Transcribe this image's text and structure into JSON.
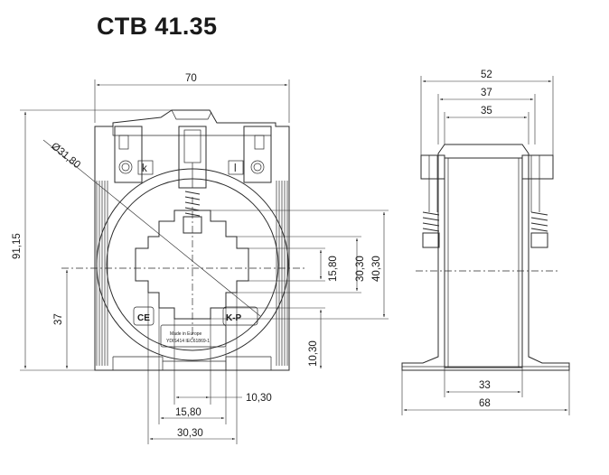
{
  "title": "CTB 41.35",
  "front_view": {
    "dim_width": "70",
    "dim_height": "91,15",
    "dim_diameter": "Ø31,80",
    "dim_center_height": "37",
    "dim_15_80_v": "15,80",
    "dim_30_30_v": "30,30",
    "dim_40_30_v": "40,30",
    "dim_10_30_v": "10,30",
    "dim_10_30_h": "10,30",
    "dim_15_80_h": "15,80",
    "dim_30_30_h": "30,30",
    "terminal_k": "k",
    "terminal_l": "l",
    "ce_mark": "CE",
    "kp_mark": "K-P",
    "label_line1": "Made in Europe",
    "label_line2": "YDIS414 IEC61869-1"
  },
  "side_view": {
    "dim_52": "52",
    "dim_37": "37",
    "dim_35": "35",
    "dim_33": "33",
    "dim_68": "68"
  }
}
